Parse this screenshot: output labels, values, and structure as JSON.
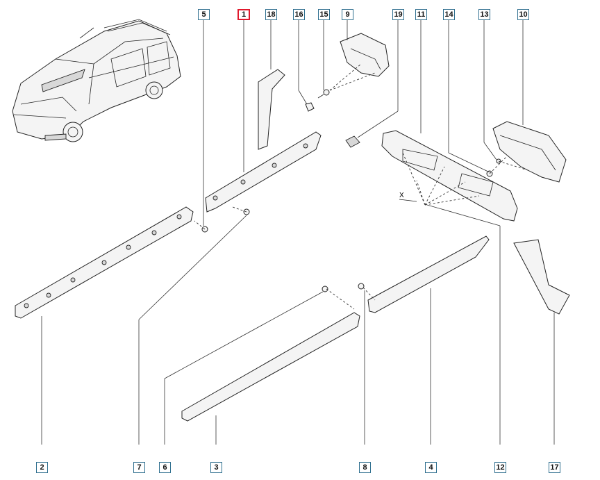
{
  "callouts": {
    "c1": "1",
    "c2": "2",
    "c3": "3",
    "c4": "4",
    "c5": "5",
    "c6": "6",
    "c7": "7",
    "c8": "8",
    "c9": "9",
    "c10": "10",
    "c11": "11",
    "c12": "12",
    "c13": "13",
    "c14": "14",
    "c15": "15",
    "c16": "16",
    "c17": "17",
    "c18": "18",
    "c19": "19"
  },
  "marks": {
    "x_ref": "X"
  },
  "colors": {
    "selected_border": "#e0192d",
    "callout_border": "#2f6f8f"
  },
  "selected_part": "1"
}
